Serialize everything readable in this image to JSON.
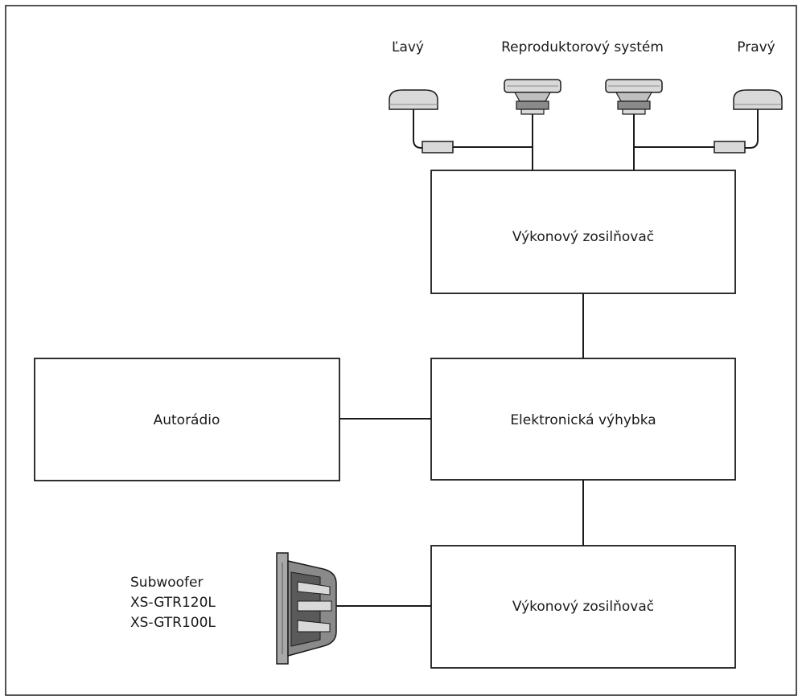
{
  "labels": {
    "left": "Ľavý",
    "speaker_system": "Reproduktorový systém",
    "right": "Pravý",
    "sub_line1": "Subwoofer",
    "sub_line2": "XS-GTR120L",
    "sub_line3": "XS-GTR100L"
  },
  "boxes": {
    "amp_top": "Výkonový zosilňovač",
    "crossover": "Elektronická výhybka",
    "head_unit": "Autorádio",
    "amp_bottom": "Výkonový zosilňovač"
  },
  "icons": {
    "tweeter": "tweeter-speaker-icon",
    "midwoofer": "midwoofer-speaker-icon",
    "crossover_filter": "passive-filter-icon",
    "subwoofer": "subwoofer-icon"
  },
  "colors": {
    "line": "#1a1a1a",
    "speaker_fill": "#d9d9d9",
    "speaker_dark": "#8a8a8a"
  }
}
